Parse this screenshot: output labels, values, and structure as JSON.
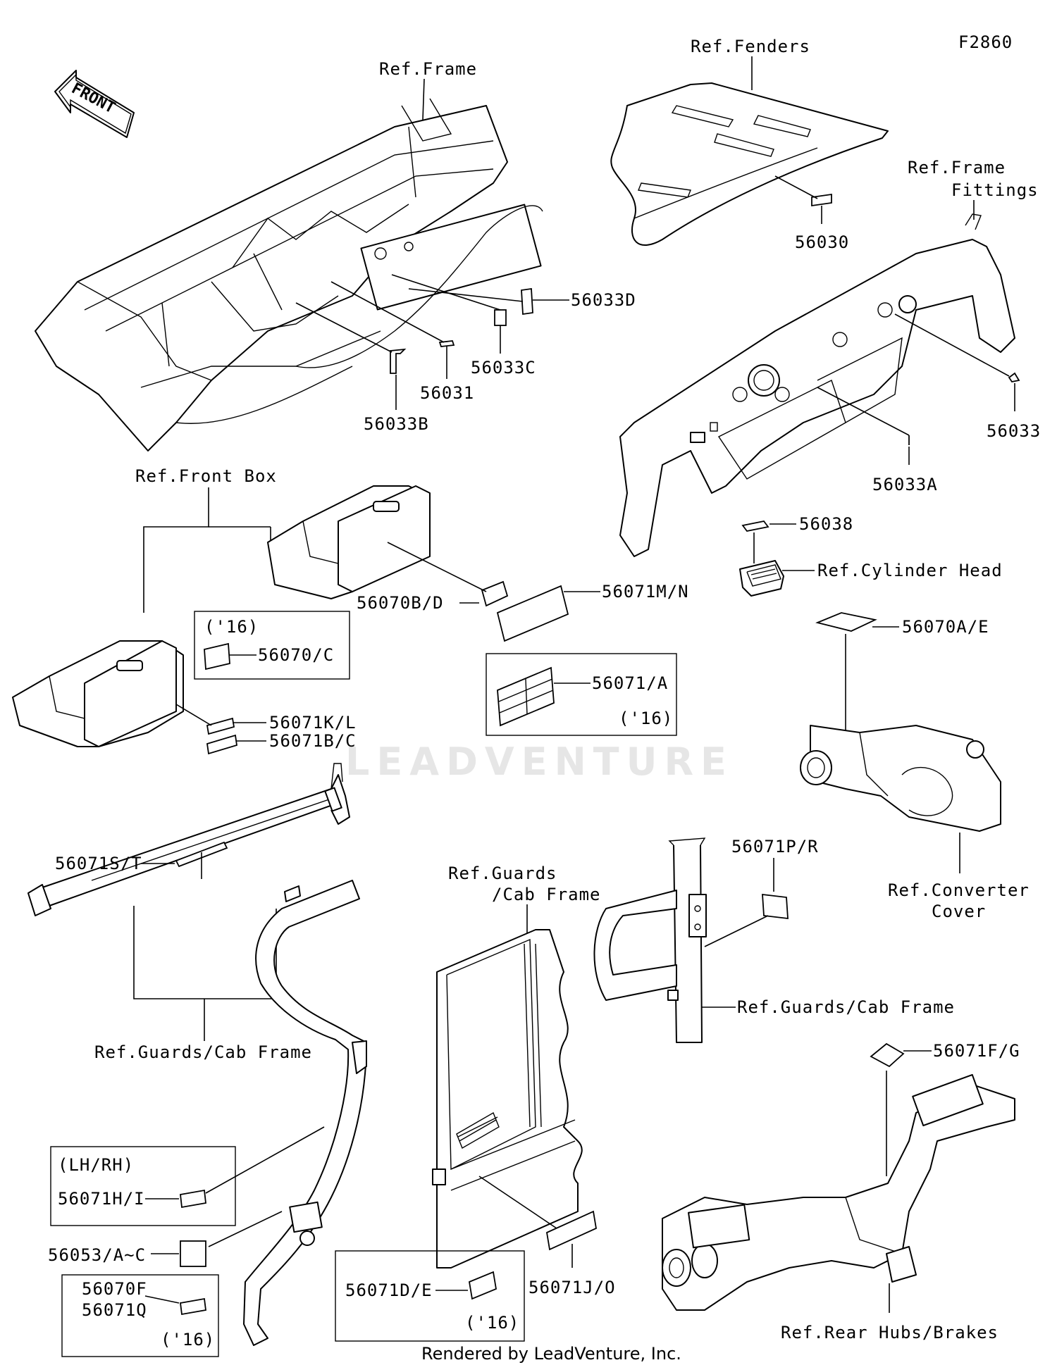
{
  "diagram_code": "F2860",
  "front_arrow": "FRONT",
  "watermark": "LEADVENTURE",
  "footer": "Rendered by LeadVenture, Inc.",
  "refs": {
    "fenders": "Ref.Fenders",
    "frame": "Ref.Frame",
    "frame_fittings_1": "Ref.Frame",
    "frame_fittings_2": "Fittings",
    "front_box": "Ref.Front Box",
    "cylinder_head": "Ref.Cylinder Head",
    "converter_1": "Ref.Converter",
    "converter_2": "Cover",
    "guards_left": "Ref.Guards/Cab Frame",
    "guards_mid_1": "Ref.Guards",
    "guards_mid_2": "/Cab Frame",
    "guards_right": "Ref.Guards/Cab Frame",
    "rear_hubs": "Ref.Rear Hubs/Brakes"
  },
  "parts": {
    "p56030": "56030",
    "p56033D": "56033D",
    "p56033C": "56033C",
    "p56031": "56031",
    "p56033B": "56033B",
    "p56033": "56033",
    "p56033A": "56033A",
    "p56038": "56038",
    "p56070AE": "56070A/E",
    "p56070BD": "56070B/D",
    "p56071MN": "56071M/N",
    "p56071A": "56071/A",
    "p56070C": "56070/C",
    "p56071KL": "56071K/L",
    "p56071BC": "56071B/C",
    "p56071ST": "56071S/T",
    "p56071PR": "56071P/R",
    "p56071FG": "56071F/G",
    "p56071HI": "56071H/I",
    "p56053": "56053/A~C",
    "p56070F": "56070F",
    "p56071Q": "56071Q",
    "p56071DE": "56071D/E",
    "p56071JO": "56071J/O"
  },
  "boxes": {
    "y16_a": "('16)",
    "y16_b": "('16)",
    "y16_c": "('16)",
    "y16_d": "('16)",
    "lhrh": "(LH/RH)"
  }
}
